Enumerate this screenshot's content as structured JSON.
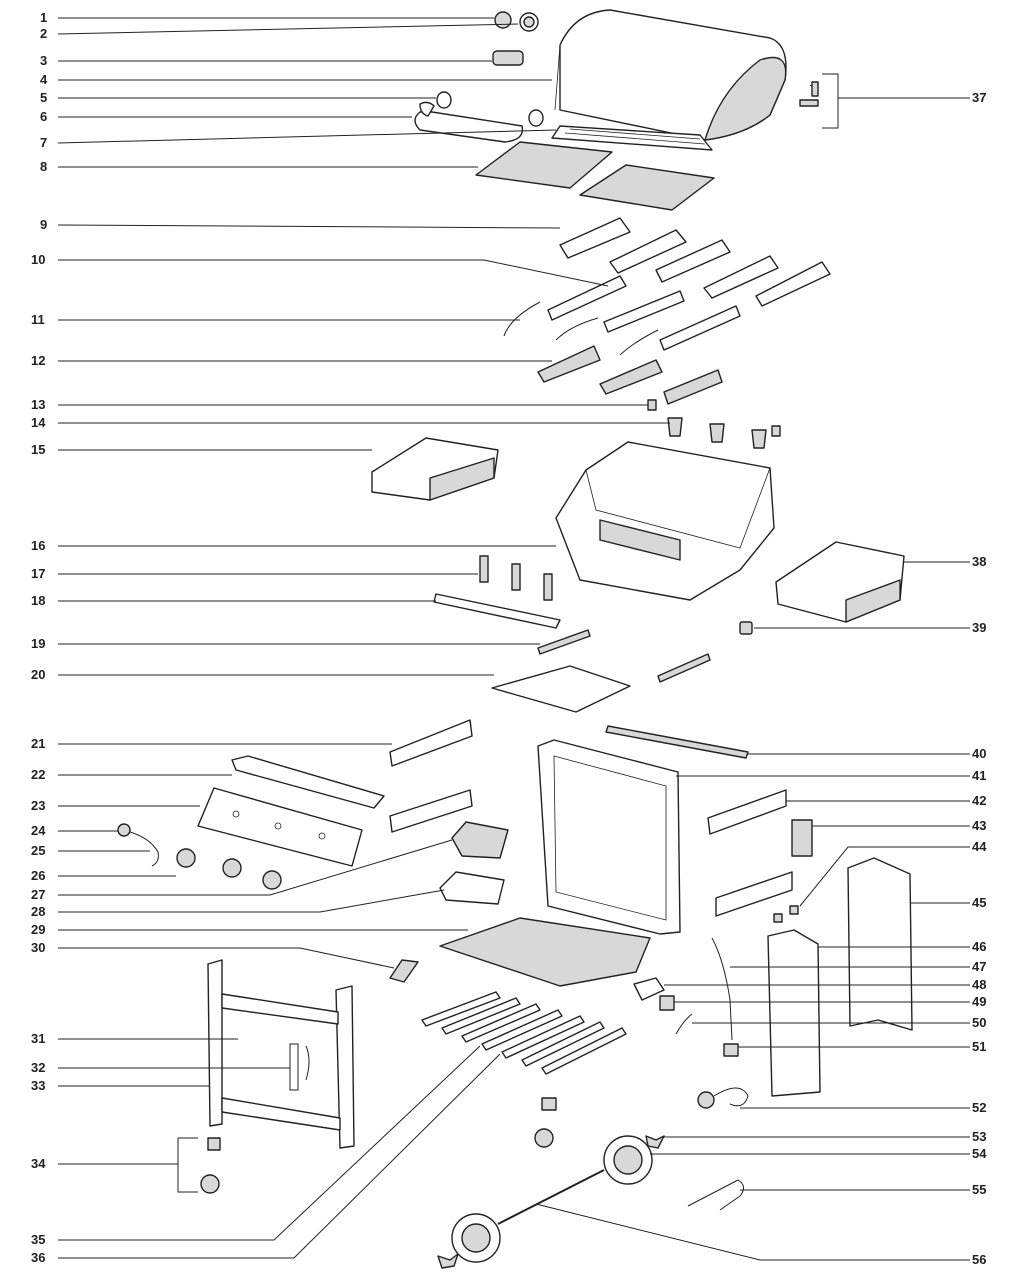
{
  "diagram": {
    "callouts": [
      "1",
      "2",
      "3",
      "4",
      "5",
      "6",
      "7",
      "8",
      "9",
      "10",
      "11",
      "12",
      "13",
      "14",
      "15",
      "16",
      "17",
      "18",
      "19",
      "20",
      "21",
      "22",
      "23",
      "24",
      "25",
      "26",
      "27",
      "28",
      "29",
      "30",
      "31",
      "32",
      "33",
      "34",
      "35",
      "36",
      "37",
      "38",
      "39",
      "40",
      "41",
      "42",
      "43",
      "44",
      "45",
      "46",
      "47",
      "48",
      "49",
      "50",
      "51",
      "52",
      "53",
      "54",
      "55",
      "56"
    ]
  }
}
